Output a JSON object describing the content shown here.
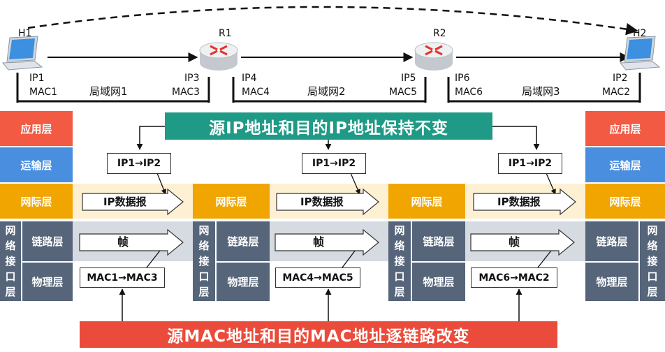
{
  "nodes": {
    "h1": "H1",
    "r1": "R1",
    "r2": "R2",
    "h2": "H2"
  },
  "interfaces": [
    {
      "ip": "IP1",
      "mac": "MAC1"
    },
    {
      "ip": "IP3",
      "mac": "MAC3"
    },
    {
      "ip": "IP4",
      "mac": "MAC4"
    },
    {
      "ip": "IP5",
      "mac": "MAC5"
    },
    {
      "ip": "IP6",
      "mac": "MAC6"
    },
    {
      "ip": "IP2",
      "mac": "MAC2"
    }
  ],
  "lans": [
    "局域网1",
    "局域网2",
    "局域网3"
  ],
  "layers": {
    "application": "应用层",
    "transport": "运输层",
    "internet": "网际层",
    "network_interface": "网络接口层",
    "network_interface_chars": [
      "网",
      "络",
      "接",
      "口",
      "层"
    ],
    "link": "链路层",
    "physical": "物理层"
  },
  "banners": {
    "top": "源IP地址和目的IP地址保持不变",
    "bottom": "源MAC地址和目的MAC地址逐链路改变"
  },
  "segments": [
    {
      "ip_pair": "IP1→IP2",
      "packet": "IP数据报",
      "frame": "帧",
      "mac_pair": "MAC1→MAC3"
    },
    {
      "ip_pair": "IP1→IP2",
      "packet": "IP数据报",
      "frame": "帧",
      "mac_pair": "MAC4→MAC5"
    },
    {
      "ip_pair": "IP1→IP2",
      "packet": "IP数据报",
      "frame": "帧",
      "mac_pair": "MAC6→MAC2"
    }
  ],
  "colors": {
    "application": "#f25a43",
    "transport": "#4a8ee0",
    "internet": "#f0a500",
    "network_interface": "#56657a",
    "top_banner": "#1f9a86",
    "bottom_banner": "#ea4b3a"
  }
}
